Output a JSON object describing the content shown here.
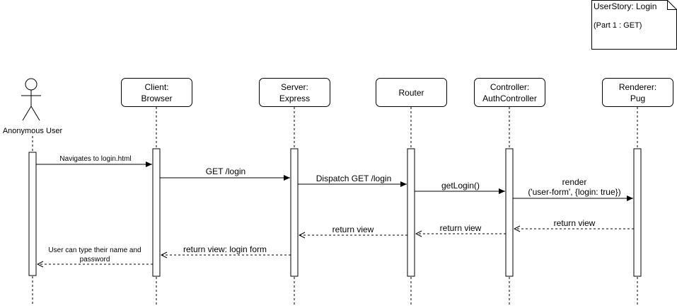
{
  "actor": {
    "name": "Anonymous User"
  },
  "participants": [
    {
      "id": "client",
      "line1": "Client:",
      "line2": "Browser"
    },
    {
      "id": "server",
      "line1": "Server:",
      "line2": "Express"
    },
    {
      "id": "router",
      "line1": "Router",
      "line2": ""
    },
    {
      "id": "controller",
      "line1": "Controller:",
      "line2": "AuthController"
    },
    {
      "id": "renderer",
      "line1": "Renderer:",
      "line2": "Pug"
    }
  ],
  "messages": [
    {
      "from": "user",
      "to": "client",
      "type": "sync",
      "label": "Navigates to login.html",
      "label2": ""
    },
    {
      "from": "client",
      "to": "server",
      "type": "sync",
      "label": "GET /login",
      "label2": ""
    },
    {
      "from": "server",
      "to": "router",
      "type": "sync",
      "label": "Dispatch GET /login",
      "label2": ""
    },
    {
      "from": "router",
      "to": "controller",
      "type": "sync",
      "label": "getLogin()",
      "label2": ""
    },
    {
      "from": "controller",
      "to": "renderer",
      "type": "sync",
      "label": "render",
      "label2": "('user-form', {login: true})"
    },
    {
      "from": "renderer",
      "to": "controller",
      "type": "return",
      "label": "return view",
      "label2": ""
    },
    {
      "from": "controller",
      "to": "router",
      "type": "return",
      "label": "return view",
      "label2": ""
    },
    {
      "from": "router",
      "to": "server",
      "type": "return",
      "label": "return view",
      "label2": ""
    },
    {
      "from": "server",
      "to": "client",
      "type": "return",
      "label": "return view: login form",
      "label2": ""
    },
    {
      "from": "client",
      "to": "user",
      "type": "return",
      "label": "User can type their name and",
      "label2": "password"
    }
  ],
  "note": {
    "line1": "UserStory: Login",
    "line2": "(Part 1 : GET)"
  }
}
